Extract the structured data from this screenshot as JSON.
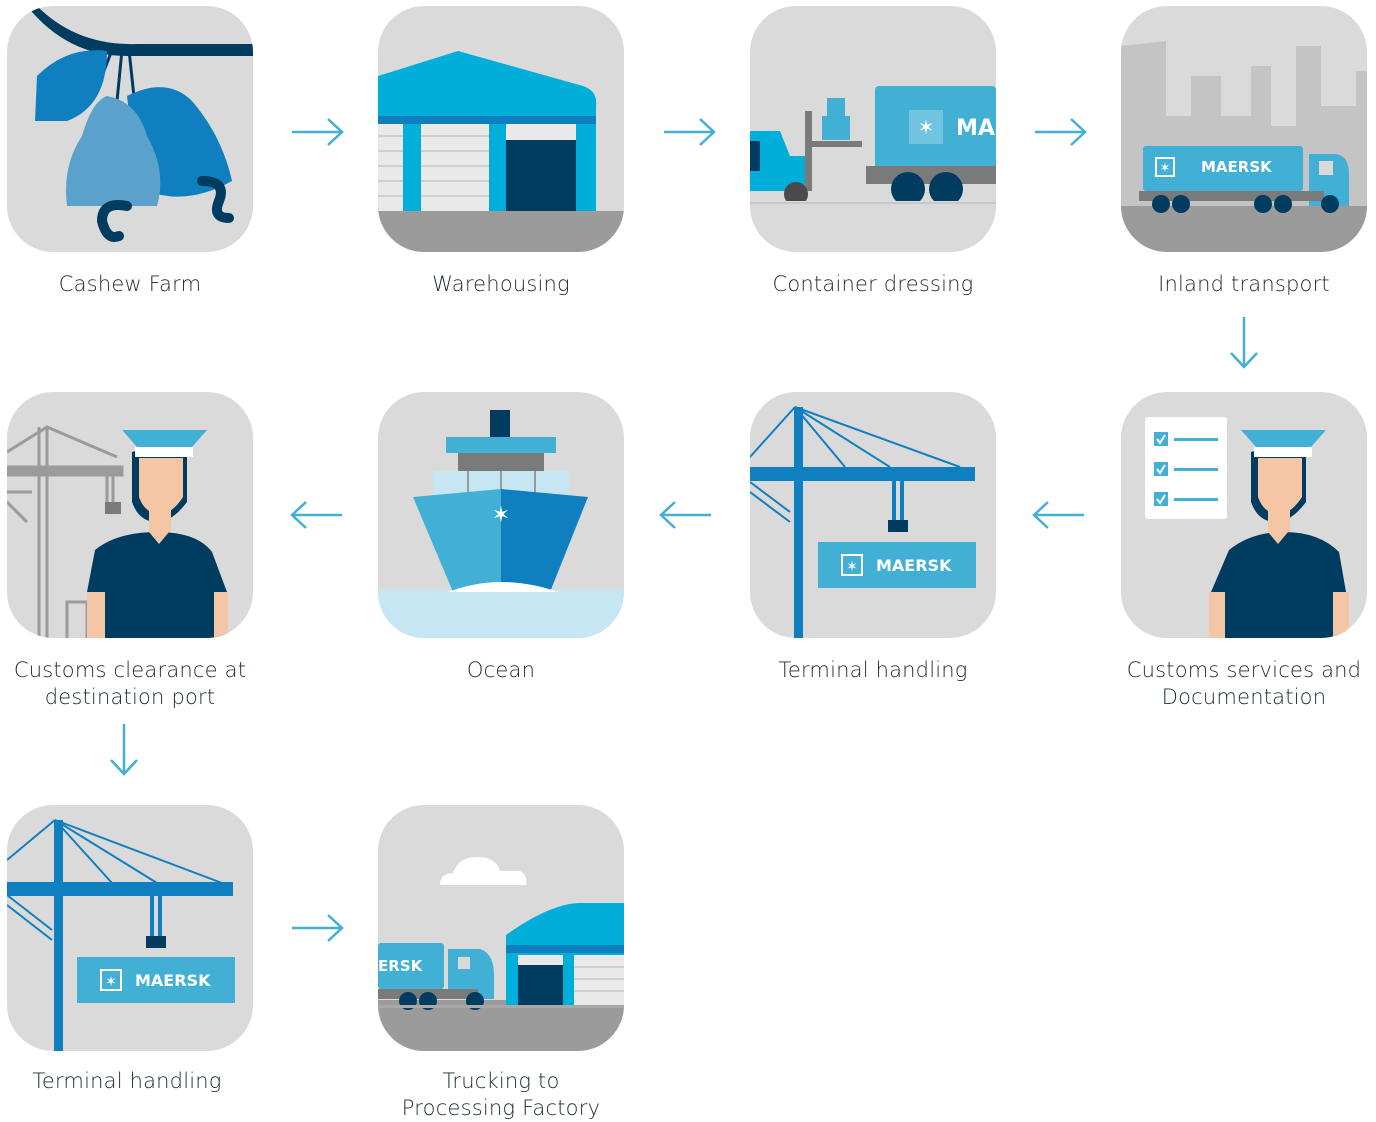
{
  "steps": [
    {
      "id": "cashew-farm",
      "lines": [
        "Cashew Farm"
      ]
    },
    {
      "id": "warehousing",
      "lines": [
        "Warehousing"
      ]
    },
    {
      "id": "container-dressing",
      "lines": [
        "Container dressing"
      ]
    },
    {
      "id": "inland-transport",
      "lines": [
        "Inland transport"
      ]
    },
    {
      "id": "customs-services",
      "lines": [
        "Customs services and",
        "Documentation"
      ]
    },
    {
      "id": "terminal-handling-origin",
      "lines": [
        "Terminal handling"
      ]
    },
    {
      "id": "ocean",
      "lines": [
        "Ocean"
      ]
    },
    {
      "id": "customs-clearance",
      "lines": [
        "Customs clearance at",
        "destination port"
      ]
    },
    {
      "id": "terminal-handling-destination",
      "lines": [
        "Terminal handling"
      ]
    },
    {
      "id": "trucking",
      "lines": [
        "Trucking to",
        "Processing Factory"
      ]
    }
  ],
  "brand": {
    "ma": "MA",
    "maersk": "MAERSK",
    "ersk": "ERSK"
  },
  "colors": {
    "tile_bg": "#dadada",
    "ground": "#9b9b9b",
    "navy": "#003c5f",
    "blue": "#0f7fbf",
    "light_blue": "#42b0d5",
    "cyan": "#00afd9",
    "arrow": "#42b0d5",
    "sea": "#c6e6f4"
  }
}
